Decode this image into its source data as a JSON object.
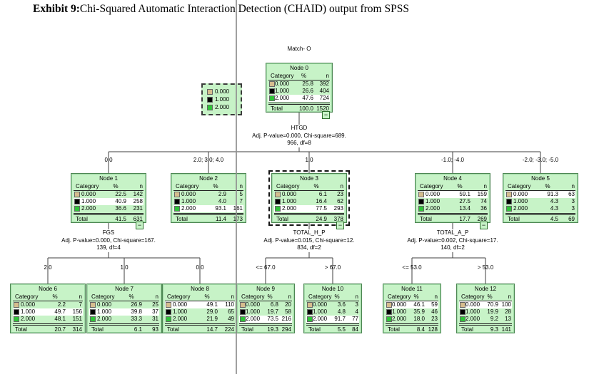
{
  "title": {
    "bold": "Exhibit 9:",
    "rest": "Chi-Squared Automatic Interaction Detection (CHAID) output from SPSS"
  },
  "legend": {
    "items": [
      {
        "label": "0.000",
        "color": "#d6bd8e"
      },
      {
        "label": "1.000",
        "color": "#000000"
      },
      {
        "label": "2.000",
        "color": "#2ec437"
      }
    ]
  },
  "colors": {
    "node_fill": "#c7f3c7",
    "node_border": "#4d8653",
    "connector": "#3f3f3f"
  },
  "tree": {
    "dependent_label": "Match- O",
    "column_headers": {
      "category": "Category",
      "pct": "%",
      "n": "n"
    },
    "total_label": "Total",
    "collapse_glyph": "−",
    "splits": [
      {
        "variable": "HTGD",
        "line1": "Adj. P-value=0.000, Chi-square=689.",
        "line2": "966, df=8"
      },
      {
        "variable": "FGS",
        "line1": "Adj. P-value=0.000, Chi-square=167.",
        "line2": "139, df=4"
      },
      {
        "variable": "TOTAL_H_P",
        "line1": "Adj. P-value=0.015, Chi-square=12.",
        "line2": "834, df=2"
      },
      {
        "variable": "TOTAL_A_P",
        "line1": "Adj. P-value=0.002, Chi-square=17.",
        "line2": "140, df=2"
      }
    ],
    "branches_level1": [
      "0.0",
      "2.0; 3.0; 4.0",
      "1.0",
      "-1.0; -4.0",
      "-2.0; -3.0; -5.0"
    ],
    "branches_level2": [
      "2.0",
      "1.0",
      "0.0",
      "<= 67.0",
      "> 67.0",
      "<= 53.0",
      "> 53.0"
    ],
    "nodes": [
      {
        "title": "Node 0",
        "highlight": 2,
        "rows": [
          {
            "label": "0.000",
            "pct": "25.8",
            "n": "392"
          },
          {
            "label": "1.000",
            "pct": "26.6",
            "n": "404"
          },
          {
            "label": "2.000",
            "pct": "47.6",
            "n": "724"
          }
        ],
        "total": {
          "pct": "100.0",
          "n": "1520"
        }
      },
      {
        "title": "Node 1",
        "highlight": 1,
        "rows": [
          {
            "label": "0.000",
            "pct": "22.5",
            "n": "142"
          },
          {
            "label": "1.000",
            "pct": "40.9",
            "n": "258"
          },
          {
            "label": "2.000",
            "pct": "36.6",
            "n": "231"
          }
        ],
        "total": {
          "pct": "41.5",
          "n": "631"
        }
      },
      {
        "title": "Node 2",
        "highlight": 2,
        "rows": [
          {
            "label": "0.000",
            "pct": "2.9",
            "n": "5"
          },
          {
            "label": "1.000",
            "pct": "4.0",
            "n": "7"
          },
          {
            "label": "2.000",
            "pct": "93.1",
            "n": "161"
          }
        ],
        "total": {
          "pct": "11.4",
          "n": "173"
        }
      },
      {
        "title": "Node 3",
        "highlight": 2,
        "rows": [
          {
            "label": "0.000",
            "pct": "6.1",
            "n": "23"
          },
          {
            "label": "1.000",
            "pct": "16.4",
            "n": "62"
          },
          {
            "label": "2.000",
            "pct": "77.5",
            "n": "293"
          }
        ],
        "total": {
          "pct": "24.9",
          "n": "378"
        }
      },
      {
        "title": "Node 4",
        "highlight": 0,
        "rows": [
          {
            "label": "0.000",
            "pct": "59.1",
            "n": "159"
          },
          {
            "label": "1.000",
            "pct": "27.5",
            "n": "74"
          },
          {
            "label": "2.000",
            "pct": "13.4",
            "n": "36"
          }
        ],
        "total": {
          "pct": "17.7",
          "n": "269"
        }
      },
      {
        "title": "Node 5",
        "highlight": 0,
        "rows": [
          {
            "label": "0.000",
            "pct": "91.3",
            "n": "63"
          },
          {
            "label": "1.000",
            "pct": "4.3",
            "n": "3"
          },
          {
            "label": "2.000",
            "pct": "4.3",
            "n": "3"
          }
        ],
        "total": {
          "pct": "4.5",
          "n": "69"
        }
      },
      {
        "title": "Node 6",
        "highlight": 1,
        "rows": [
          {
            "label": "0.000",
            "pct": "2.2",
            "n": "7"
          },
          {
            "label": "1.000",
            "pct": "49.7",
            "n": "156"
          },
          {
            "label": "2.000",
            "pct": "48.1",
            "n": "151"
          }
        ],
        "total": {
          "pct": "20.7",
          "n": "314"
        }
      },
      {
        "title": "Node 7",
        "highlight": 1,
        "rows": [
          {
            "label": "0.000",
            "pct": "26.9",
            "n": "25"
          },
          {
            "label": "1.000",
            "pct": "39.8",
            "n": "37"
          },
          {
            "label": "2.000",
            "pct": "33.3",
            "n": "31"
          }
        ],
        "total": {
          "pct": "6.1",
          "n": "93"
        }
      },
      {
        "title": "Node 8",
        "highlight": 0,
        "rows": [
          {
            "label": "0.000",
            "pct": "49.1",
            "n": "110"
          },
          {
            "label": "1.000",
            "pct": "29.0",
            "n": "65"
          },
          {
            "label": "2.000",
            "pct": "21.9",
            "n": "49"
          }
        ],
        "total": {
          "pct": "14.7",
          "n": "224"
        }
      },
      {
        "title": "Node 9",
        "highlight": 2,
        "rows": [
          {
            "label": "0.000",
            "pct": "6.8",
            "n": "20"
          },
          {
            "label": "1.000",
            "pct": "19.7",
            "n": "58"
          },
          {
            "label": "2.000",
            "pct": "73.5",
            "n": "216"
          }
        ],
        "total": {
          "pct": "19.3",
          "n": "294"
        }
      },
      {
        "title": "Node 10",
        "highlight": 2,
        "rows": [
          {
            "label": "0.000",
            "pct": "3.6",
            "n": "3"
          },
          {
            "label": "1.000",
            "pct": "4.8",
            "n": "4"
          },
          {
            "label": "2.000",
            "pct": "91.7",
            "n": "77"
          }
        ],
        "total": {
          "pct": "5.5",
          "n": "84"
        }
      },
      {
        "title": "Node 11",
        "highlight": 0,
        "rows": [
          {
            "label": "0.000",
            "pct": "46.1",
            "n": "59"
          },
          {
            "label": "1.000",
            "pct": "35.9",
            "n": "46"
          },
          {
            "label": "2.000",
            "pct": "18.0",
            "n": "23"
          }
        ],
        "total": {
          "pct": "8.4",
          "n": "128"
        }
      },
      {
        "title": "Node 12",
        "highlight": 0,
        "rows": [
          {
            "label": "0.000",
            "pct": "70.9",
            "n": "100"
          },
          {
            "label": "1.000",
            "pct": "19.9",
            "n": "28"
          },
          {
            "label": "2.000",
            "pct": "9.2",
            "n": "13"
          }
        ],
        "total": {
          "pct": "9.3",
          "n": "141"
        }
      }
    ]
  }
}
